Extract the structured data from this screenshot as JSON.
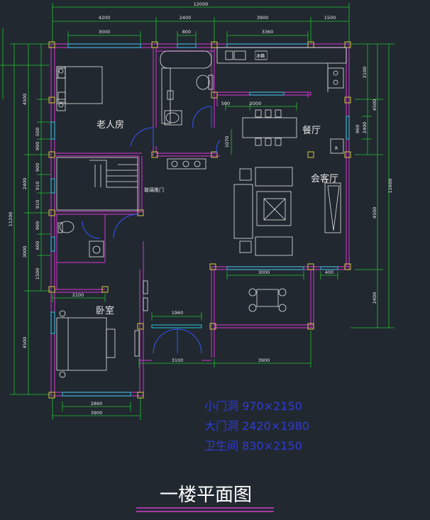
{
  "drawing_title": "一楼平面图",
  "rooms": {
    "elder_room": "老人房",
    "dining": "餐厅",
    "living": "会客厅",
    "bedroom": "卧室",
    "stair_door": "玻璃推门",
    "fridge_tag": "冰箱",
    "corner_tag": "R"
  },
  "notes": {
    "small_door": "小门洞 970×2150",
    "big_door": "大门洞 2420×1980",
    "bathroom_door": "卫生间 830×2150"
  },
  "dimensions": {
    "overall_width": "12000",
    "top_segments": [
      "4200",
      "2400",
      "3900",
      "1500"
    ],
    "top_openings": [
      "3000",
      "800",
      "3360"
    ],
    "left_total": "11200",
    "left_outer": [
      "4500",
      "2400",
      "3000",
      "4500"
    ],
    "left_inner": [
      "500",
      "900",
      "900",
      "910",
      "910",
      "900",
      "600",
      "1500"
    ],
    "right_total": "11600",
    "right_outer": [
      "4500",
      "4500",
      "2400"
    ],
    "right_inner": [
      "2100",
      "2400",
      "960"
    ],
    "interior": [
      "500",
      "2000",
      "1070",
      "3000",
      "400",
      "2100",
      "1960",
      "3100",
      "3900"
    ],
    "bottom": [
      "2860",
      "3900"
    ]
  },
  "colors": {
    "background": "#212830",
    "wall": "#b833b8",
    "dimension": "#22c22e",
    "window": "#24c6d8",
    "column": "#d8c840",
    "furniture": "#e6e6e6",
    "door": "#3557ff",
    "note": "#2f3cd6"
  }
}
